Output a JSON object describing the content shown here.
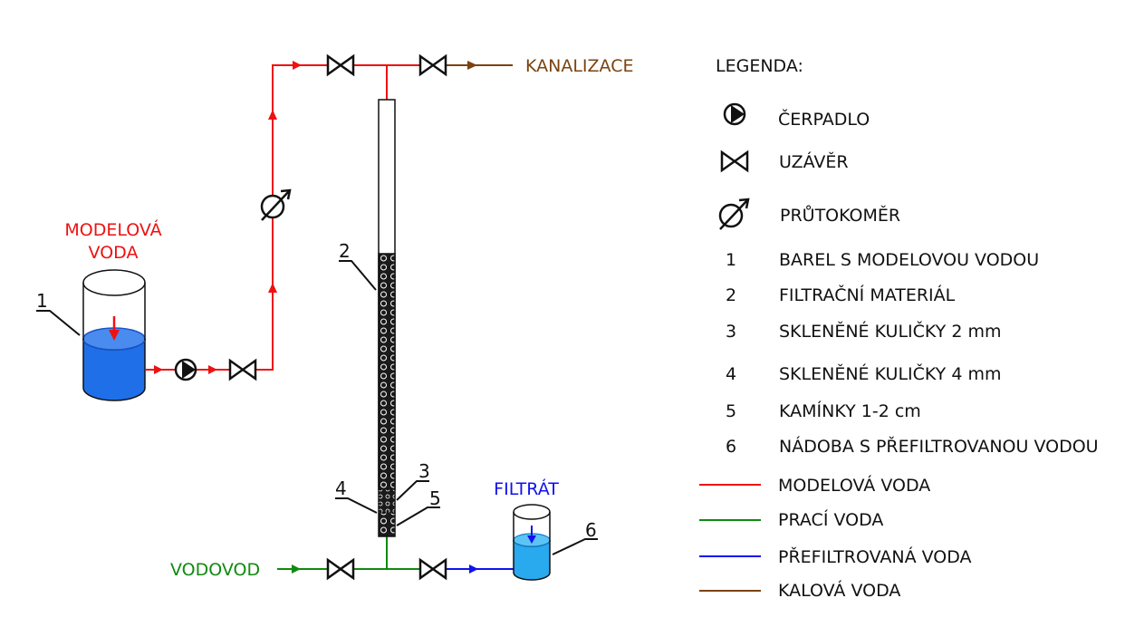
{
  "labels": {
    "modelova_voda_line1": "MODELOVÁ",
    "modelova_voda_line2": "VODA",
    "kanalizace": "KANALIZACE",
    "filtrat": "FILTRÁT",
    "vodovod": "VODOVOD"
  },
  "numbers": {
    "n1": "1",
    "n2": "2",
    "n3": "3",
    "n4": "4",
    "n5": "5",
    "n6": "6"
  },
  "legend": {
    "title": "LEGENDA:",
    "symbols": [
      {
        "label": "ČERPADLO",
        "icon": "pump-icon"
      },
      {
        "label": "UZÁVĚR",
        "icon": "valve-icon"
      },
      {
        "label": "PRŮTOKOMĚR",
        "icon": "flowmeter-icon"
      }
    ],
    "items": [
      {
        "num": "1",
        "label": "BAREL S MODELOVOU VODOU"
      },
      {
        "num": "2",
        "label": "FILTRAČNÍ MATERIÁL"
      },
      {
        "num": "3",
        "label": "SKLENĚNÉ KULIČKY 2 mm"
      },
      {
        "num": "4",
        "label": "SKLENĚNÉ KULIČKY 4 mm"
      },
      {
        "num": "5",
        "label": "KAMÍNKY 1-2 cm"
      },
      {
        "num": "6",
        "label": "NÁDOBA S PŘEFILTROVANOU VODOU"
      }
    ],
    "lines": [
      {
        "label": "MODELOVÁ VODA",
        "color": "#ee1111"
      },
      {
        "label": "PRACÍ VODA",
        "color": "#108a10"
      },
      {
        "label": "PŘEFILTROVANÁ VODA",
        "color": "#1111ee"
      },
      {
        "label": "KALOVÁ  VODA",
        "color": "#7a4310"
      }
    ]
  },
  "colors": {
    "model_water": "#ee1111",
    "wash_water": "#108a10",
    "filtered_water": "#1111ee",
    "sludge_water": "#7a4310",
    "tank_fill": "#1f6fe8",
    "filtrate_fill": "#29a9ee"
  }
}
